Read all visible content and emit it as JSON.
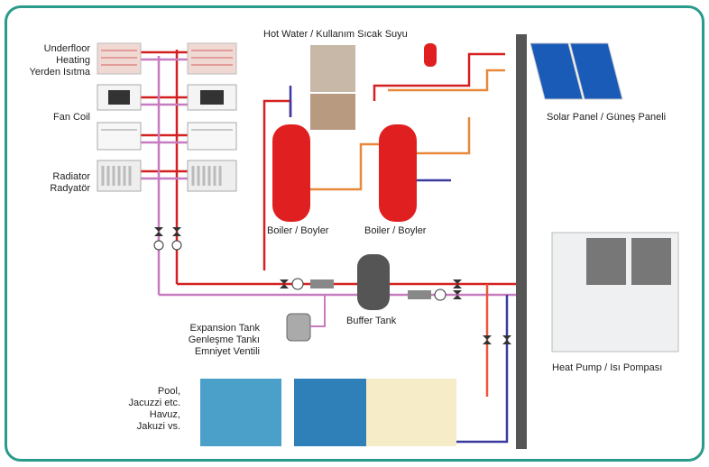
{
  "colors": {
    "frame": "#2a9a8a",
    "hot_pipe": "#d42020",
    "return_pipe": "#c77bc0",
    "solar_pipe": "#e8883a",
    "cold_pipe": "#3a3aa0",
    "tank_red": "#e02020",
    "wall": "#555555"
  },
  "labels": {
    "underfloor": "Underfloor\nHeating\nYerden Isıtma",
    "fan_coil": "Fan Coil",
    "radiator": "Radiator\nRadyatör",
    "hot_water": "Hot Water / Kullanım Sıcak Suyu",
    "solar_panel": "Solar Panel / Güneş Paneli",
    "boiler_1": "Boiler / Boyler",
    "boiler_2": "Boiler / Boyler",
    "expansion_tank": "Expansion Tank\nGenleşme Tankı\nEmniyet Ventili",
    "buffer_tank": "Buffer Tank",
    "heat_pump": "Heat Pump / Isı Pompası",
    "pool": "Pool,\nJacuzzi etc.\nHavuz,\nJakuzi vs."
  },
  "icons": {
    "underfloor": "underfloor-heating-icon",
    "fan_coil_cassette": "ceiling-cassette-fan-coil-icon",
    "fan_coil_wall": "floor-fan-coil-icon",
    "radiator": "radiator-icon",
    "valve": "gate-valve-icon",
    "pump": "circulation-pump-icon",
    "solar": "solar-panel-icon",
    "heat_pump": "heat-pump-unit-icon",
    "pool": "pool-photo-icon"
  }
}
